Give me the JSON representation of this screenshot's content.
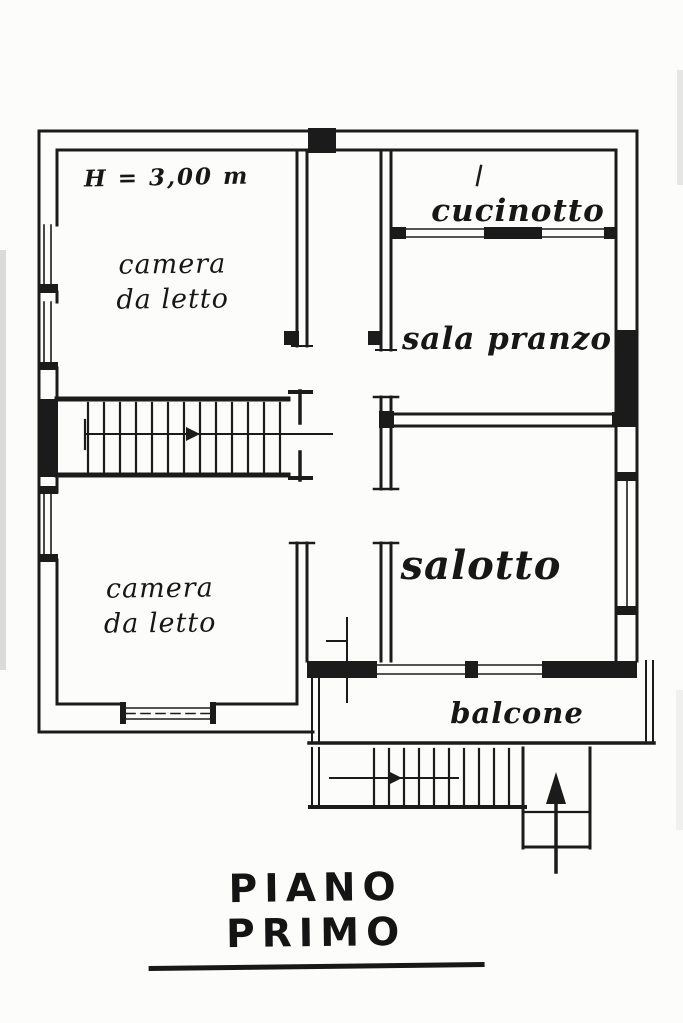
{
  "plan": {
    "title": "PIANO PRIMO",
    "height_note": "H = 3,00 m",
    "rooms": {
      "bedroom_top": "camera\nda letto",
      "kitchenette": "cucinotto",
      "dining_room": "sala pranzo",
      "living_room": "salotto",
      "bedroom_bottom": "camera\nda letto",
      "balcony": "balcone"
    },
    "symbols": {
      "internal_stairs_direction": "right-arrow",
      "external_stairs_direction": "up-arrow"
    },
    "colors": {
      "ink": "#1b1b1b",
      "paper": "#fcfcfa"
    }
  }
}
